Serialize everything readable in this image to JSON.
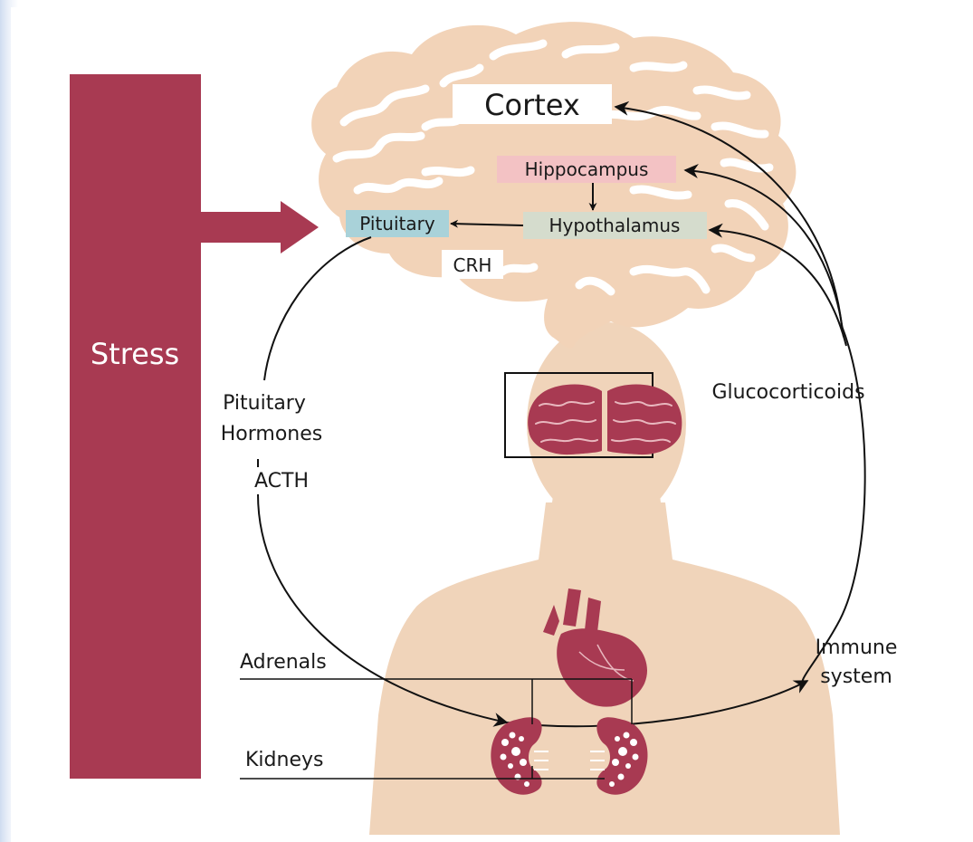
{
  "colors": {
    "skin": "#f0d4ba",
    "brain": "#f2d3b8",
    "maroon": "#a83a52",
    "hippocampus_bg": "#f3c2c4",
    "hypothalamus_bg": "#d5dccd",
    "pituitary_bg": "#a9d2d9",
    "line": "#111111"
  },
  "labels": {
    "stress": "Stress",
    "cortex": "Cortex",
    "hippocampus": "Hippocampus",
    "hypothalamus": "Hypothalamus",
    "pituitary": "Pituitary",
    "crh": "CRH",
    "pituitary_hormones_line1": "Pituitary",
    "pituitary_hormones_line2": "Hormones",
    "acth": "ACTH",
    "glucocorticoids": "Glucocorticoids",
    "adrenals": "Adrenals",
    "kidneys": "Kidneys",
    "immune_line1": "Immune",
    "immune_line2": "system"
  }
}
